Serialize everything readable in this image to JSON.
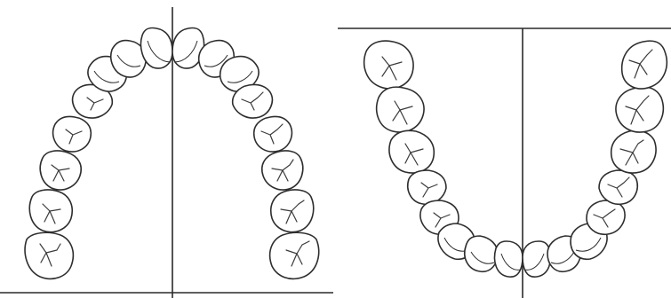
{
  "diagram": {
    "panels": [
      {
        "id": "upper-arch",
        "tooth_count": 16
      },
      {
        "id": "lower-arch",
        "tooth_count": 16
      }
    ],
    "colors": {
      "outline": "#2e2e2e",
      "background": "#ffffff",
      "tooth_fill": "#ffffff"
    }
  }
}
